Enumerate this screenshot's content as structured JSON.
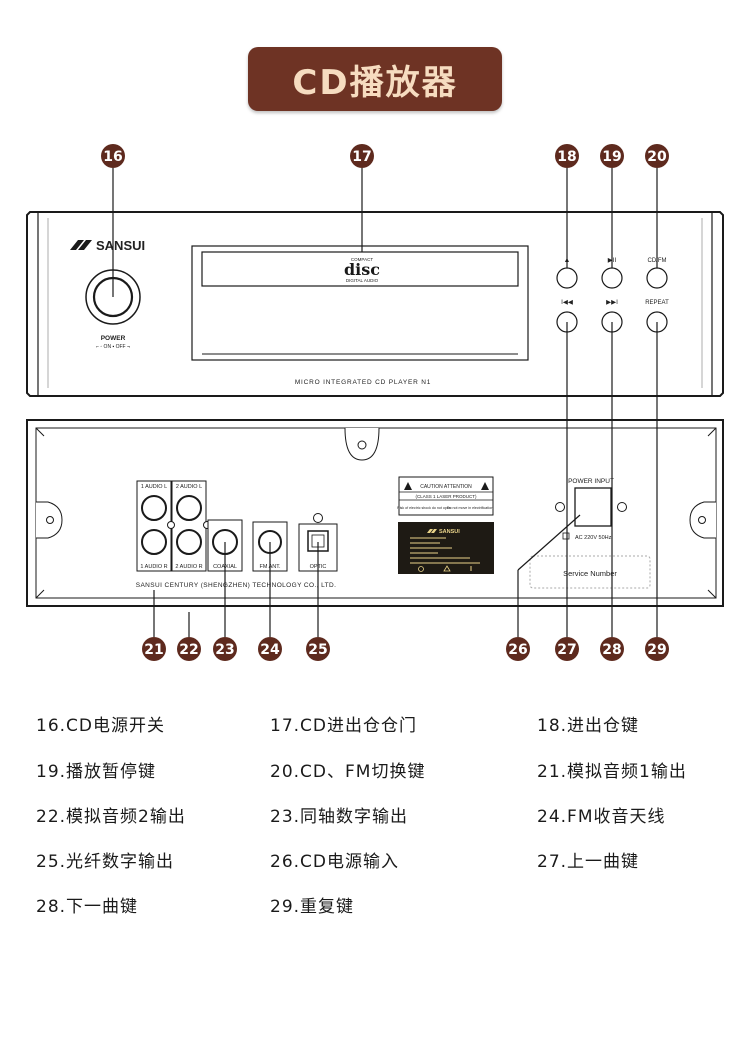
{
  "title": "CD播放器",
  "front_panel": {
    "brand": "SANSUI",
    "power_label": "POWER",
    "power_sublabel": "⌐ ◦ ON ▪ OFF ¬",
    "disc_logo_small": "COMPACT",
    "disc_logo_main": "disc",
    "disc_logo_sub": "DIGITAL AUDIO",
    "btn_eject_label": "▲",
    "btn_play_label": "▶II",
    "btn_cdfm_label": "CD/FM",
    "btn_prev_label": "I◀◀",
    "btn_next_label": "▶▶I",
    "btn_repeat_label": "REPEAT",
    "model_text": "MICRO INTEGRATED CD PLAYER N1"
  },
  "rear_panel": {
    "audio1_l": "1 AUDIO L",
    "audio2_l": "2 AUDIO L",
    "audio1_r": "1 AUDIO R",
    "audio2_r": "2 AUDIO R",
    "coaxial": "COAXIAL",
    "fm_ant": "FM ANT.",
    "optic": "OPTIC",
    "company": "SANSUI CENTURY (SHENGZHEN) TECHNOLOGY CO., LTD.",
    "caution_title": "CAUTION  ATTENTION",
    "caution_class": "(CLASS 1 LASER PRODUCT)",
    "caution_left": "Risk of electric shock do not open",
    "caution_right": "Do not move in electrification",
    "label_brand": "SANSUI",
    "power_input": "POWER INPUT",
    "ac_label": "AC 220V 50Hz",
    "service_number": "Service Number"
  },
  "callouts": [
    "16",
    "17",
    "18",
    "19",
    "20",
    "21",
    "22",
    "23",
    "24",
    "25",
    "26",
    "27",
    "28",
    "29"
  ],
  "legend": [
    "16.CD电源开关",
    "17.CD进出仓仓门",
    "18.进出仓键",
    "19.播放暂停键",
    "20.CD、FM切换键",
    "21.模拟音频1输出",
    "22.模拟音频2输出",
    "23.同轴数字输出",
    "24.FM收音天线",
    "25.光纤数字输出",
    "26.CD电源输入",
    "27.上一曲键",
    "28.下一曲键",
    "29.重复键"
  ],
  "colors": {
    "banner": "#6e3324",
    "banner_text": "#f6dcc0",
    "callout": "#5e2a1e"
  }
}
